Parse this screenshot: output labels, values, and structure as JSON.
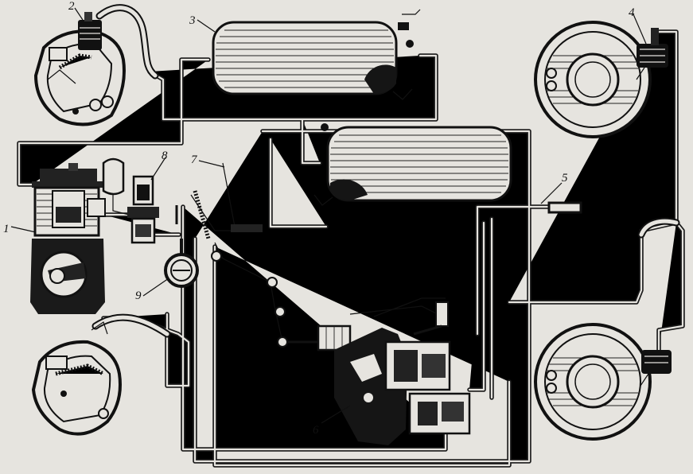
{
  "diagram": {
    "callouts": [
      {
        "id": "1",
        "text": "1"
      },
      {
        "id": "2",
        "text": "2"
      },
      {
        "id": "3",
        "text": "3"
      },
      {
        "id": "4",
        "text": "4"
      },
      {
        "id": "5",
        "text": "5"
      },
      {
        "id": "6",
        "text": "6"
      },
      {
        "id": "7",
        "text": "7"
      },
      {
        "id": "8",
        "text": "8"
      },
      {
        "id": "9",
        "text": "9"
      }
    ],
    "colors": {
      "background": "#e6e4df",
      "ink": "#151515"
    }
  }
}
